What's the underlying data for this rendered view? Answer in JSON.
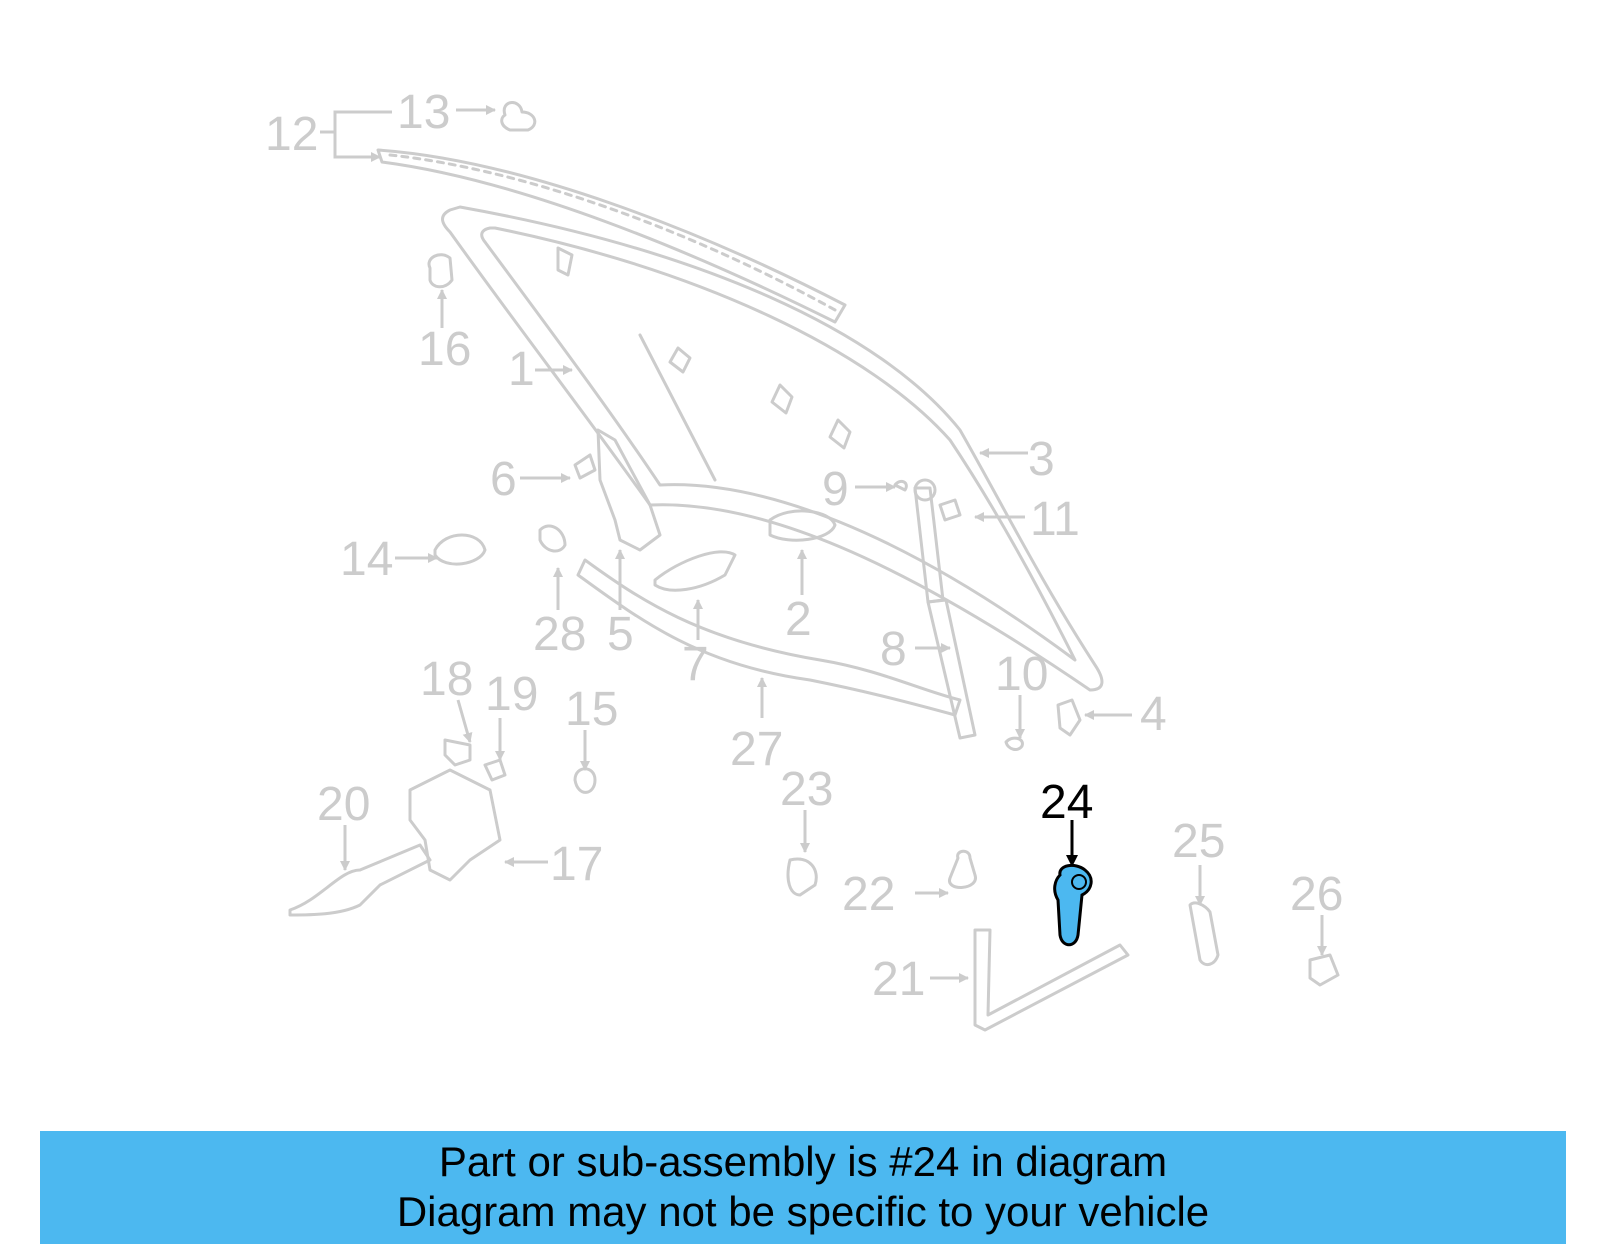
{
  "diagram": {
    "callouts": [
      "1",
      "2",
      "3",
      "4",
      "5",
      "6",
      "7",
      "8",
      "9",
      "10",
      "11",
      "12",
      "13",
      "14",
      "15",
      "16",
      "17",
      "18",
      "19",
      "20",
      "21",
      "22",
      "23",
      "24",
      "25",
      "26",
      "27",
      "28"
    ],
    "highlighted_part": "24",
    "highlight_color": "#4cb8f0",
    "part_color": "#cccccc"
  },
  "banner": {
    "line1": "Part or sub-assembly is #24 in diagram",
    "line2": "Diagram may not be specific to your vehicle",
    "background": "#4cb8f0"
  }
}
